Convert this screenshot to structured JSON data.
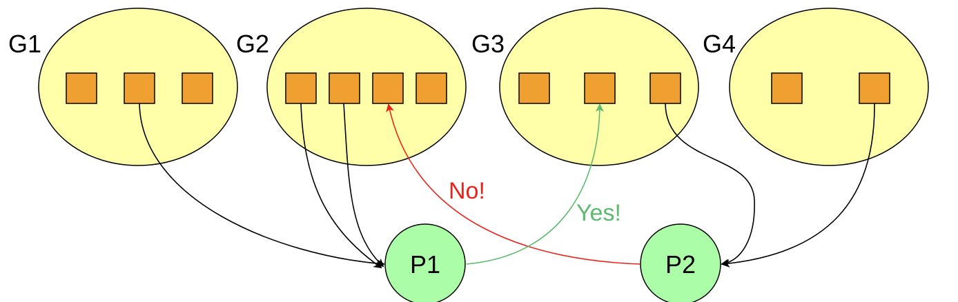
{
  "colors": {
    "group_fill": "#FFFFAA",
    "item_fill": "#F0A030",
    "process_fill": "#ABFDA7",
    "edge_default": "#000000",
    "edge_no": "#E8241C",
    "edge_yes": "#5DBA6F"
  },
  "groups": [
    {
      "label": "G1",
      "items": 3
    },
    {
      "label": "G2",
      "items": 4
    },
    {
      "label": "G3",
      "items": 3
    },
    {
      "label": "G4",
      "items": 2
    }
  ],
  "processes": [
    {
      "label": "P1"
    },
    {
      "label": "P2"
    }
  ],
  "edge_labels": {
    "no": "No!",
    "yes": "Yes!"
  }
}
